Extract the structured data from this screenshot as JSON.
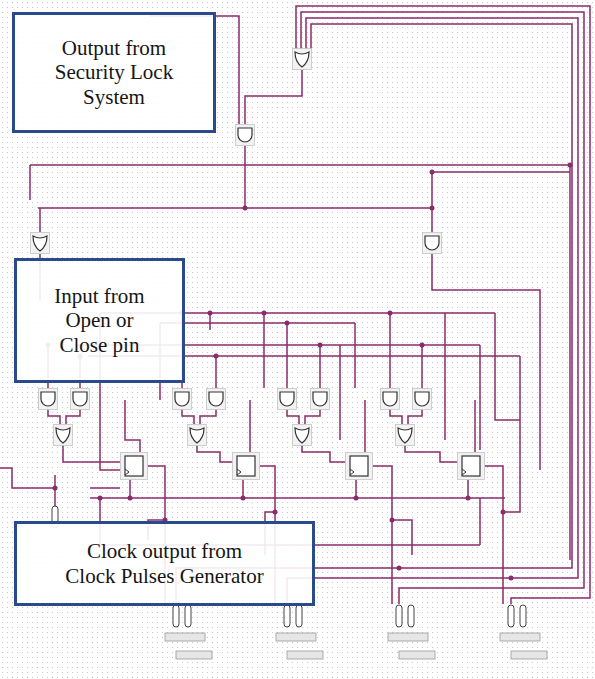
{
  "diagram": {
    "nodes": [
      {
        "text": [
          "Output from Security Lock System"
        ]
      },
      {
        "text": [
          "Input from Open or Close pin"
        ]
      },
      {
        "text": [
          "Clock output from Clock Pulses Generator"
        ]
      }
    ]
  }
}
